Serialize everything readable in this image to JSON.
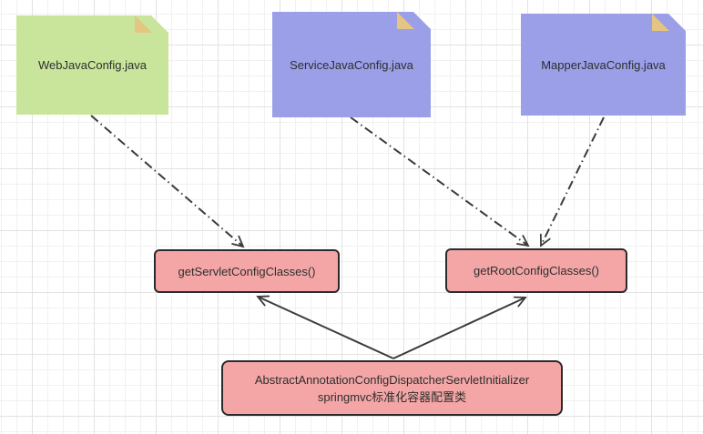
{
  "canvas": {
    "background": "#ffffff",
    "grid_minor_color": "#f1f1f1",
    "grid_major_color": "#e2e2e2",
    "edge_color": "#3b3b3b"
  },
  "diagram": {
    "notes": [
      {
        "id": "web-java-config",
        "label": "WebJavaConfig.java",
        "fill": "#c9e59c",
        "fold_color": "#e6c481"
      },
      {
        "id": "service-java-config",
        "label": "ServiceJavaConfig.java",
        "fill": "#9a9fe8",
        "fold_color": "#e6c481"
      },
      {
        "id": "mapper-java-config",
        "label": "MapperJavaConfig.java",
        "fill": "#9a9fe8",
        "fold_color": "#e6c481"
      }
    ],
    "methods": [
      {
        "id": "get-servlet-config-classes",
        "label": "getServletConfigClasses()",
        "fill": "#f4a6a6",
        "border": "#2b2b2b"
      },
      {
        "id": "get-root-config-classes",
        "label": "getRootConfigClasses()",
        "fill": "#f4a6a6",
        "border": "#2b2b2b"
      }
    ],
    "initializer": {
      "id": "dispatcher-servlet-initializer",
      "line1": "AbstractAnnotationConfigDispatcherServletInitializer",
      "line2": "springmvc标准化容器配置类",
      "fill": "#f4a6a6",
      "border": "#2b2b2b"
    },
    "edges": [
      {
        "from": "WebJavaConfig.java",
        "to": "getServletConfigClasses()",
        "style": "dash-dot",
        "arrow": "open"
      },
      {
        "from": "ServiceJavaConfig.java",
        "to": "getRootConfigClasses()",
        "style": "dash-dot",
        "arrow": "open"
      },
      {
        "from": "MapperJavaConfig.java",
        "to": "getRootConfigClasses()",
        "style": "dash-dot",
        "arrow": "open"
      },
      {
        "from": "AbstractAnnotationConfigDispatcherServletInitializer",
        "to": "getServletConfigClasses()",
        "style": "solid",
        "arrow": "open"
      },
      {
        "from": "AbstractAnnotationConfigDispatcherServletInitializer",
        "to": "getRootConfigClasses()",
        "style": "solid",
        "arrow": "open"
      }
    ]
  }
}
